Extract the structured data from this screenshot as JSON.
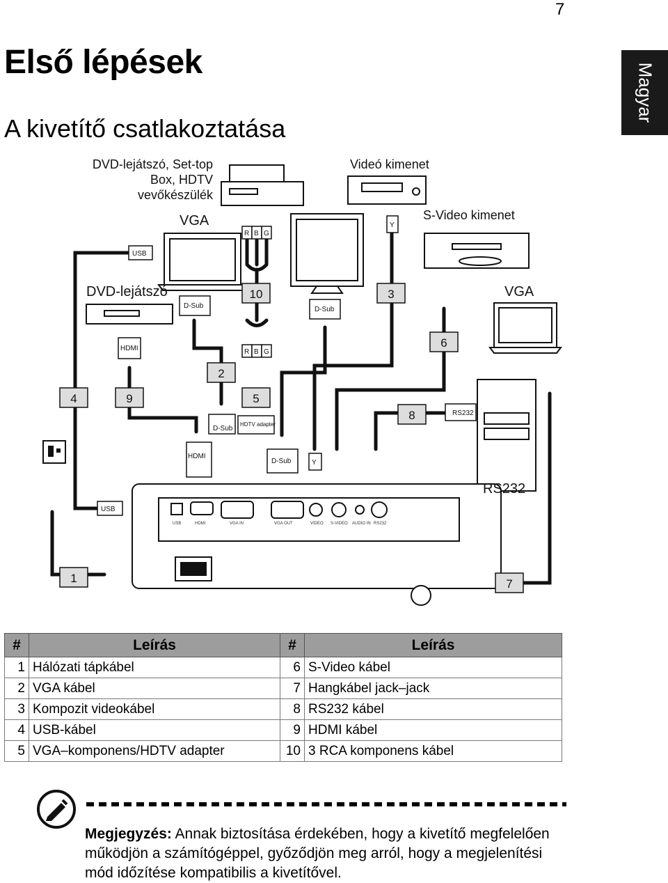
{
  "page_number": "7",
  "side_tab": "Magyar",
  "title": "Első lépések",
  "subtitle": "A kivetítő csatlakoztatása",
  "diagram": {
    "dvd_settop_label_l1": "DVD-lejátszó, Set-top",
    "dvd_settop_label_l2": "Box, HDTV",
    "dvd_settop_label_l3": "vevőkészülék",
    "video_out_label": "Videó kimenet",
    "svideo_out_label": "S-Video kimenet",
    "vga_label_top": "VGA",
    "vga_label_right": "VGA",
    "dvd_player_label": "DVD-lejátszó",
    "rs232_label": "RS232",
    "plug_usb": "USB",
    "plug_dsub": "D-Sub",
    "plug_hdmi": "HDMI",
    "plug_rs232": "RS232",
    "plug_hdtv": "HDTV adapter",
    "plug_y": "Y",
    "rca_r": "R",
    "rca_b": "B",
    "rca_g": "G",
    "num_1": "1",
    "num_2": "2",
    "num_3": "3",
    "num_4": "4",
    "num_5": "5",
    "num_6": "6",
    "num_7": "7",
    "num_8": "8",
    "num_9": "9",
    "num_10": "10",
    "port_usb": "USB",
    "port_hdmi": "HDMI",
    "port_vgain": "VGA IN",
    "port_vgaout": "VGA OUT",
    "port_video": "VIDEO",
    "port_svideo": "S-VIDEO",
    "port_audio": "AUDIO IN",
    "port_rs232": "RS232"
  },
  "legend": {
    "header_num": "#",
    "header_desc": "Leírás",
    "rows": [
      {
        "n1": "1",
        "d1": "Hálózati tápkábel",
        "n2": "6",
        "d2": "S-Video kábel"
      },
      {
        "n1": "2",
        "d1": "VGA kábel",
        "n2": "7",
        "d2": "Hangkábel jack–jack"
      },
      {
        "n1": "3",
        "d1": "Kompozit videokábel",
        "n2": "8",
        "d2": "RS232 kábel"
      },
      {
        "n1": "4",
        "d1": "USB-kábel",
        "n2": "9",
        "d2": "HDMI kábel"
      },
      {
        "n1": "5",
        "d1": "VGA–komponens/HDTV adapter",
        "n2": "10",
        "d2": "3 RCA komponens kábel"
      }
    ]
  },
  "note": {
    "label": "Megjegyzés:",
    "text": " Annak biztosítása érdekében, hogy a kivetítő megfelelően működjön a számítógéppel, győződjön meg arról, hogy a megjelenítési mód időzítése kompatibilis a kivetítővel."
  }
}
